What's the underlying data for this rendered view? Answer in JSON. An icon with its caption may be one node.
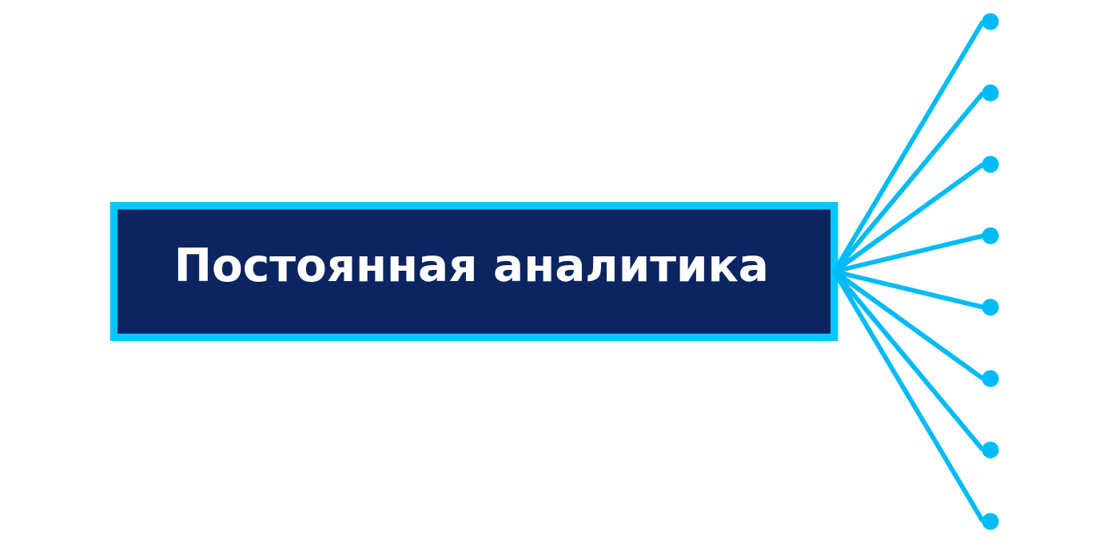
{
  "diagram": {
    "nodes": [
      {
        "text": [
          "Постоянная аналитика"
        ]
      },
      {
        "text": [],
        "shape": "circle"
      },
      {
        "text": [],
        "shape": "circle"
      },
      {
        "text": [],
        "shape": "circle"
      },
      {
        "text": [],
        "shape": "circle"
      },
      {
        "text": [],
        "shape": "circle"
      },
      {
        "text": [],
        "shape": "circle"
      },
      {
        "text": [],
        "shape": "circle"
      },
      {
        "text": [],
        "shape": "circle"
      }
    ],
    "edges": [
      {
        "from": 0,
        "to": 1,
        "arrow": "none"
      },
      {
        "from": 0,
        "to": 2,
        "arrow": "none"
      },
      {
        "from": 0,
        "to": 3,
        "arrow": "none"
      },
      {
        "from": 0,
        "to": 4,
        "arrow": "none"
      },
      {
        "from": 0,
        "to": 5,
        "arrow": "none"
      },
      {
        "from": 0,
        "to": 6,
        "arrow": "none"
      },
      {
        "from": 0,
        "to": 7,
        "arrow": "none"
      },
      {
        "from": 0,
        "to": 8,
        "arrow": "none"
      }
    ]
  }
}
